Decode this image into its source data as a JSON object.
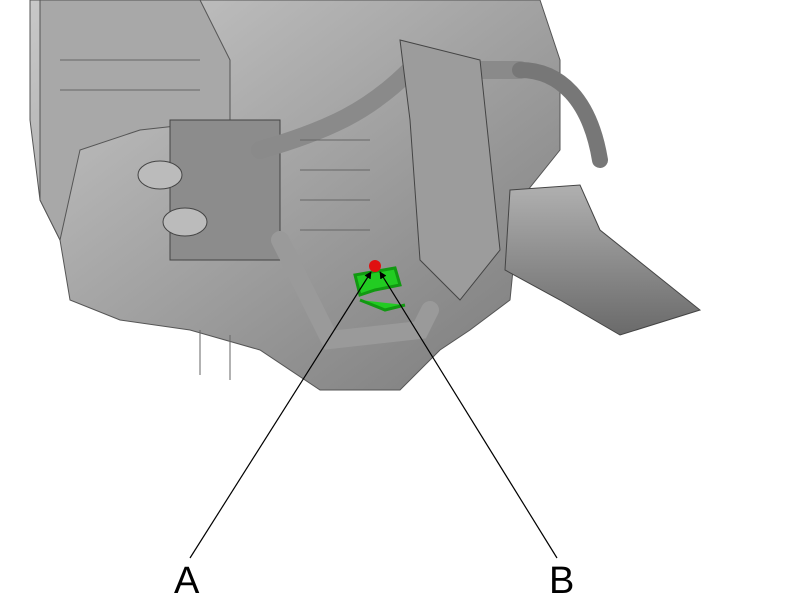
{
  "diagram": {
    "callouts": [
      {
        "id": "A",
        "label": "A"
      },
      {
        "id": "B",
        "label": "B"
      }
    ],
    "colors": {
      "component": "#9a9a9a",
      "highlight_part": "#22cc22",
      "highlight_point": "#e01010",
      "leader": "#000000"
    }
  }
}
